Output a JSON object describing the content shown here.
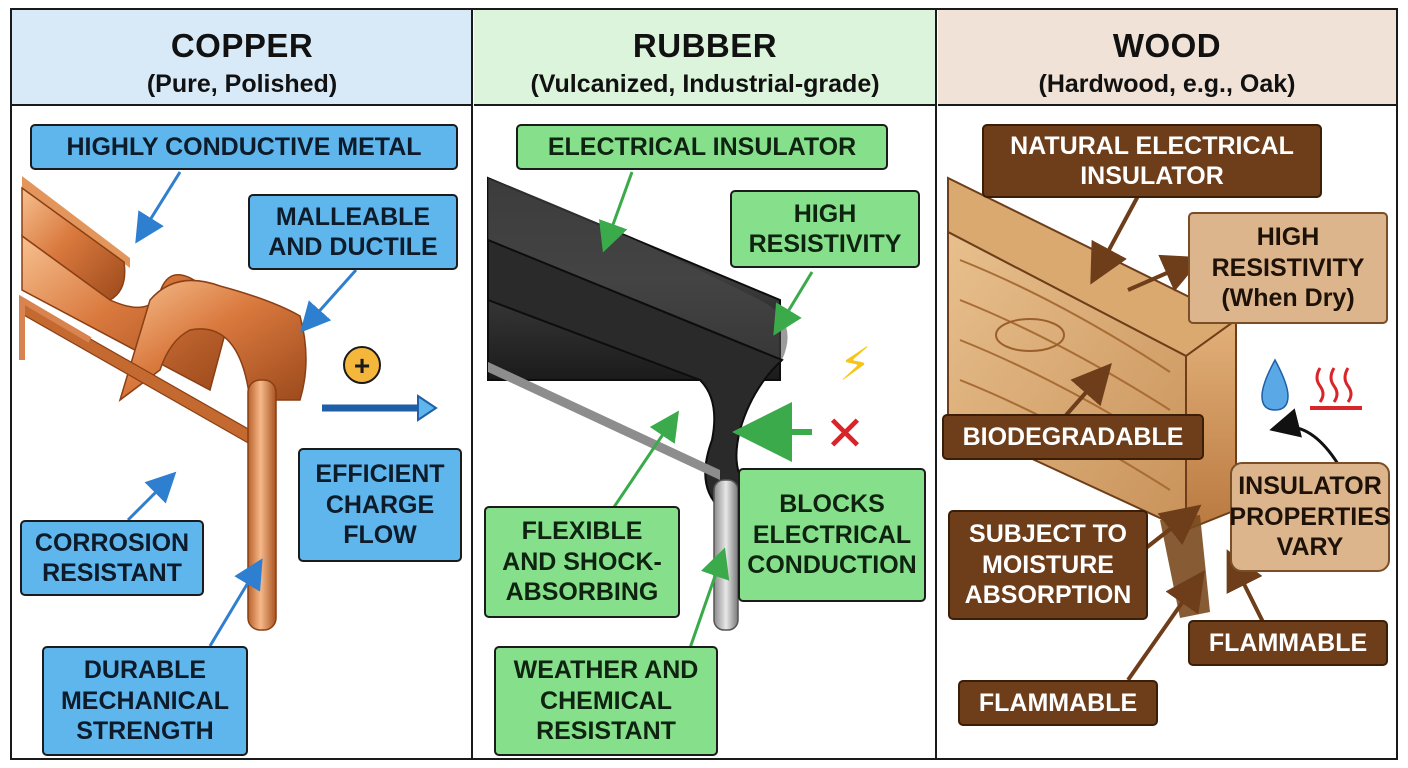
{
  "columns": [
    {
      "title": "COPPER",
      "subtitle": "(Pure, Polished)",
      "header_color": "#d8e9f8",
      "labels": [
        "HIGHLY CONDUCTIVE METAL",
        "MALLEABLE\nAND DUCTILE",
        "EFFICIENT\nCHARGE\nFLOW",
        "CORROSION\nRESISTANT",
        "DURABLE\nMECHANICAL\nSTRENGTH"
      ],
      "label_color": "#5fb6ec",
      "charge_symbol": "+"
    },
    {
      "title": "RUBBER",
      "subtitle": "(Vulcanized, Industrial-grade)",
      "header_color": "#dcf3dc",
      "labels": [
        "ELECTRICAL INSULATOR",
        "HIGH\nRESISTIVITY",
        "FLEXIBLE\nAND SHOCK-\nABSORBING",
        "BLOCKS\nELECTRICAL\nCONDUCTION",
        "WEATHER AND\nCHEMICAL\nRESISTANT"
      ],
      "label_color": "#86df8a",
      "block_symbol": "✕",
      "lightning_symbol": "⚡"
    },
    {
      "title": "WOOD",
      "subtitle": "(Hardwood, e.g., Oak)",
      "header_color": "#f0e2d6",
      "labels": [
        "NATURAL ELECTRICAL\nINSULATOR",
        "HIGH\nRESISTIVITY\n(When Dry)",
        "BIODEGRADABLE",
        "SUBJECT TO\nMOISTURE\nABSORPTION",
        "INSULATOR\nPROPERTIES\nVARY",
        "FLAMMABLE",
        "FLAMMABLE"
      ],
      "label_color": "#6e3d1a",
      "water_icon": "water-drop",
      "heat_icon": "heat-waves"
    }
  ]
}
